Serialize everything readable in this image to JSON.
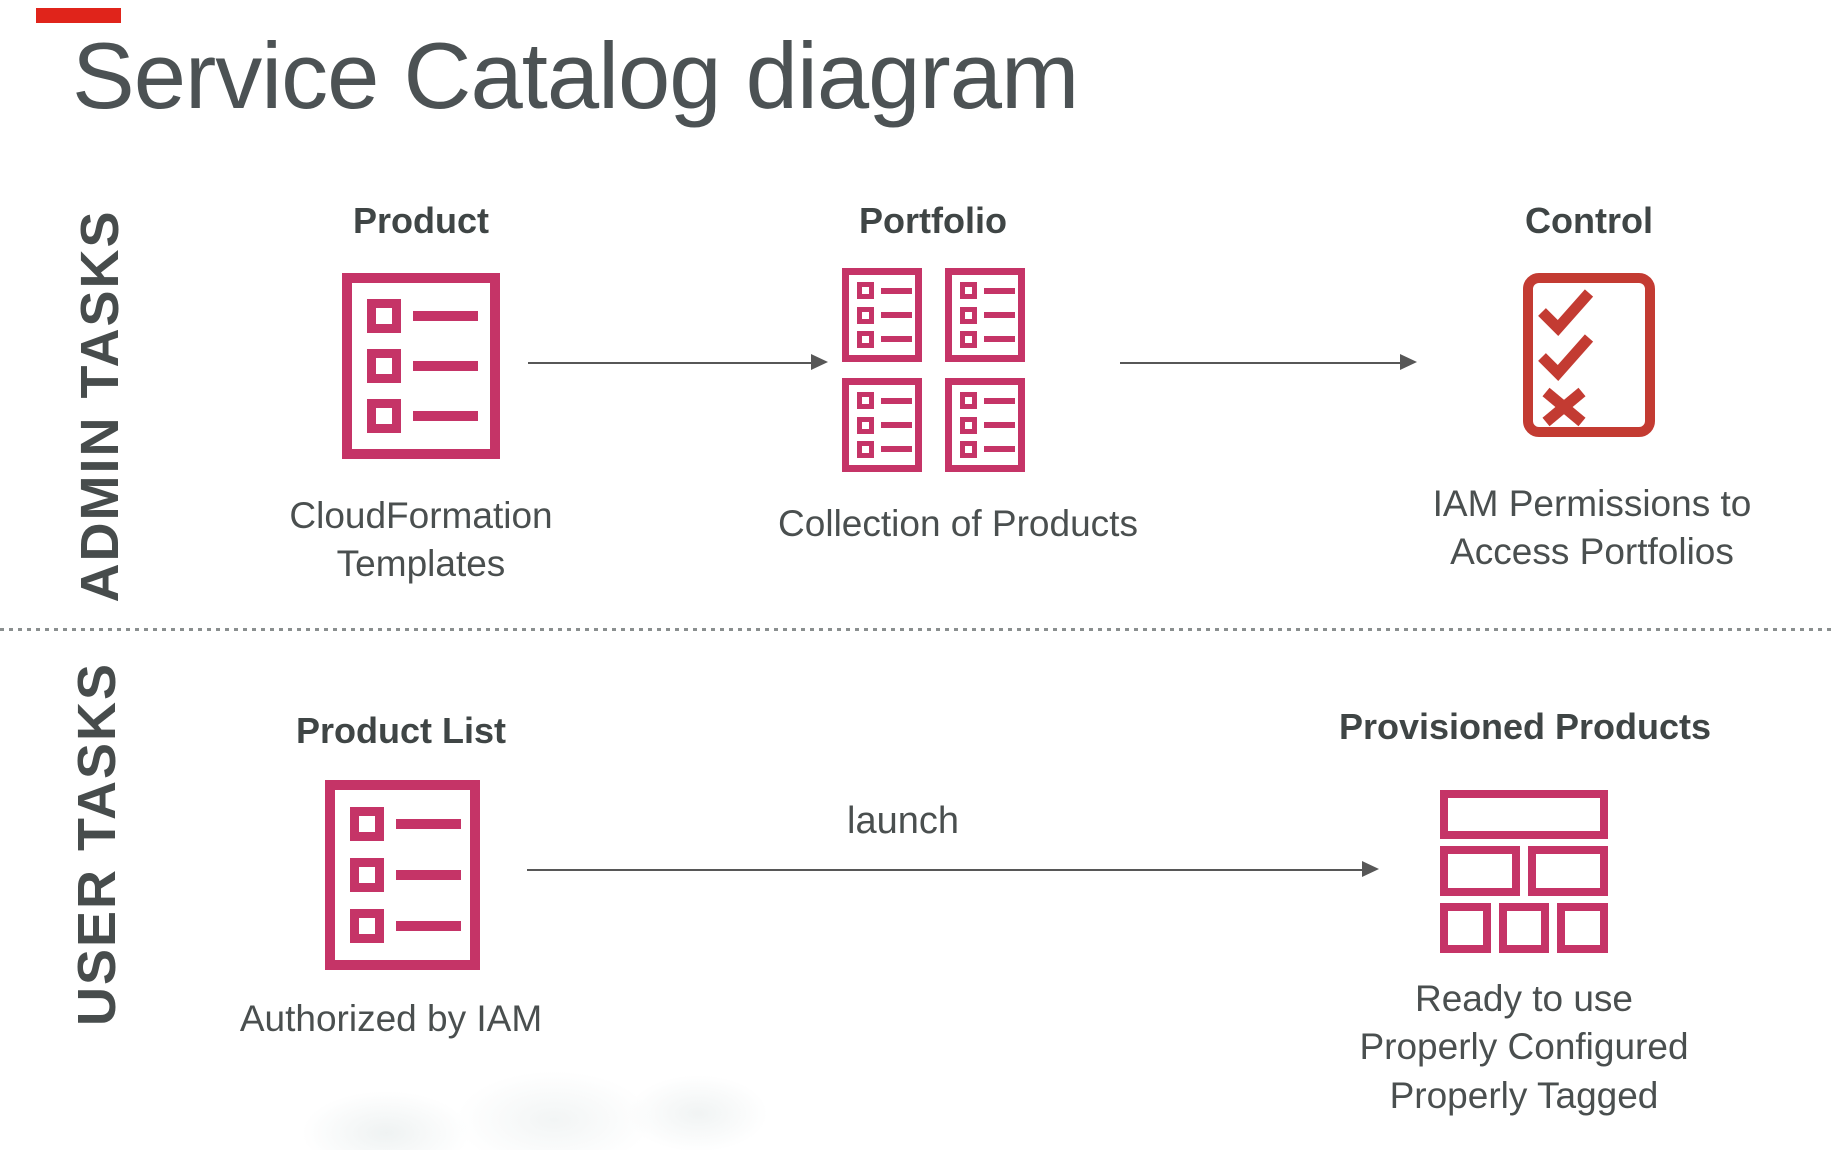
{
  "title": "Service Catalog diagram",
  "colors": {
    "accent_pink": "#c53467",
    "accent_red": "#c33b32",
    "top_bar_red": "#e0241b",
    "text_dark": "#464b4c",
    "arrow_gray": "#575757"
  },
  "admin": {
    "section_label": "ADMIN TASKS",
    "product": {
      "label": "Product",
      "caption_line1": "CloudFormation",
      "caption_line2": "Templates"
    },
    "portfolio": {
      "label": "Portfolio",
      "caption": "Collection of Products"
    },
    "control": {
      "label": "Control",
      "caption_line1": "IAM Permissions to",
      "caption_line2": "Access Portfolios"
    }
  },
  "user": {
    "section_label": "USER TASKS",
    "product_list": {
      "label": "Product List",
      "caption": "Authorized by IAM"
    },
    "launch_label": "launch",
    "provisioned": {
      "label": "Provisioned Products",
      "caption_line1": "Ready to use",
      "caption_line2": "Properly Configured",
      "caption_line3": "Properly Tagged"
    }
  }
}
